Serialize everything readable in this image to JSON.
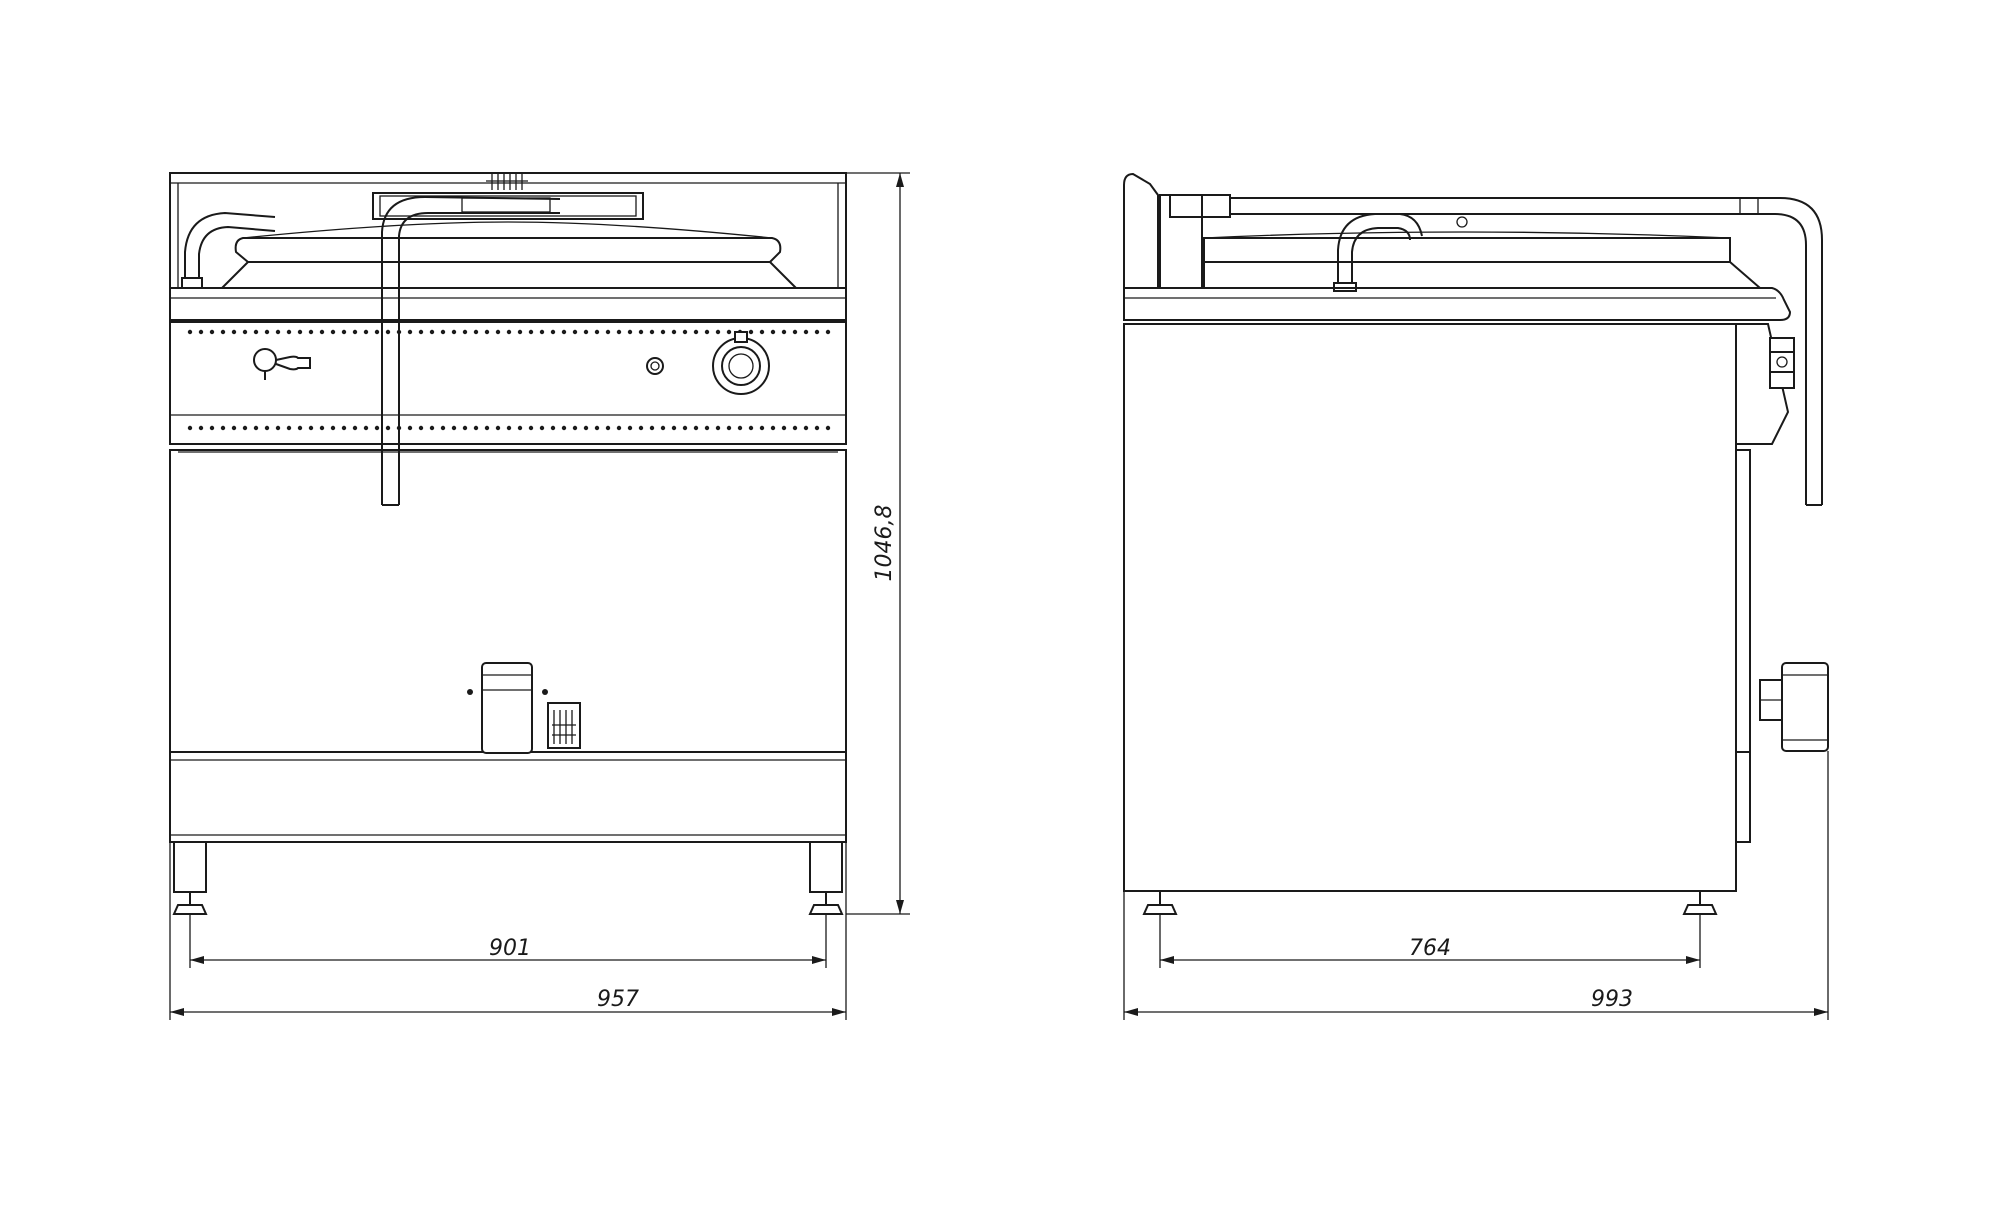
{
  "drawing": {
    "front_view": {
      "dimensions": {
        "feet_span": "901",
        "overall_width": "957",
        "overall_height": "1046,8"
      }
    },
    "side_view": {
      "dimensions": {
        "feet_span": "764",
        "overall_depth": "993"
      }
    },
    "colors": {
      "line": "#1a1a1a",
      "background": "#ffffff"
    }
  }
}
